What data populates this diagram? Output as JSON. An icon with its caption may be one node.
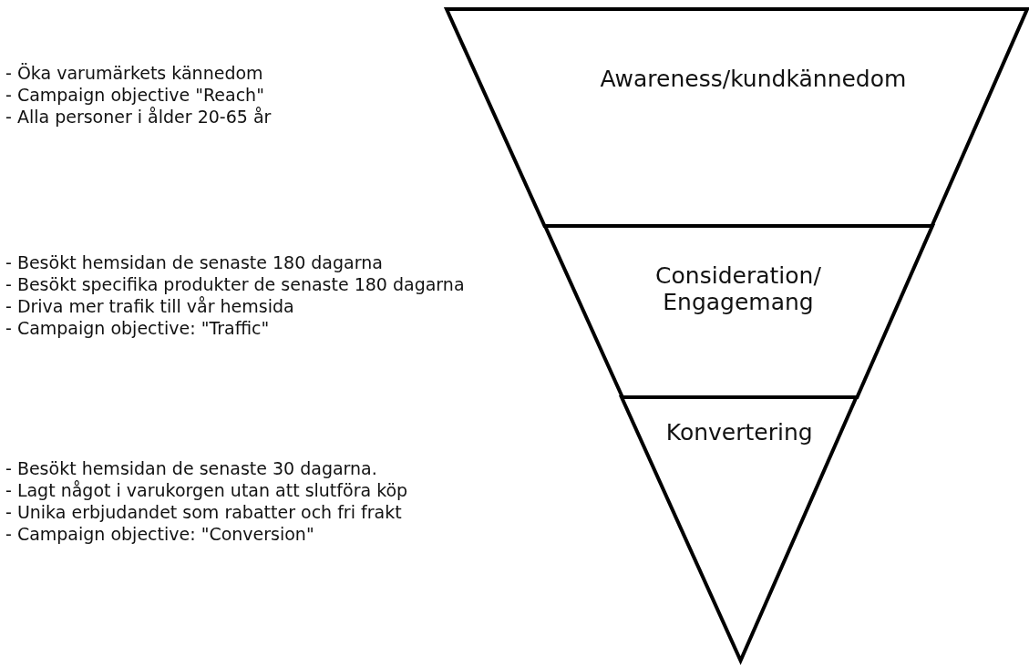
{
  "diagram": {
    "nodes": [
      {
        "text": [
          "Awareness/kundkännedom"
        ]
      },
      {
        "text": [
          "Consideration/ Engagemang"
        ]
      },
      {
        "text": [
          "Konvertering"
        ]
      }
    ],
    "edges": [],
    "labels": [
      "- Öka varumärkets kännedom",
      "- Campaign objective \"Reach\"",
      "- Alla personer i ålder 20-65 år",
      "- Besökt hemsidan de senaste 180 dagarna",
      "- Besökt specifika produkter de senaste 180 dagarna",
      "- Driva mer trafik till vår hemsida",
      "- Campaign objective: \"Traffic\"",
      "- Besökt hemsidan de senaste 30 dagarna.",
      "- Lagt något i varukorgen utan att slutföra köp",
      "- Unika erbjudandet som rabatter och fri frakt",
      "- Campaign objective: \"Conversion\""
    ]
  }
}
